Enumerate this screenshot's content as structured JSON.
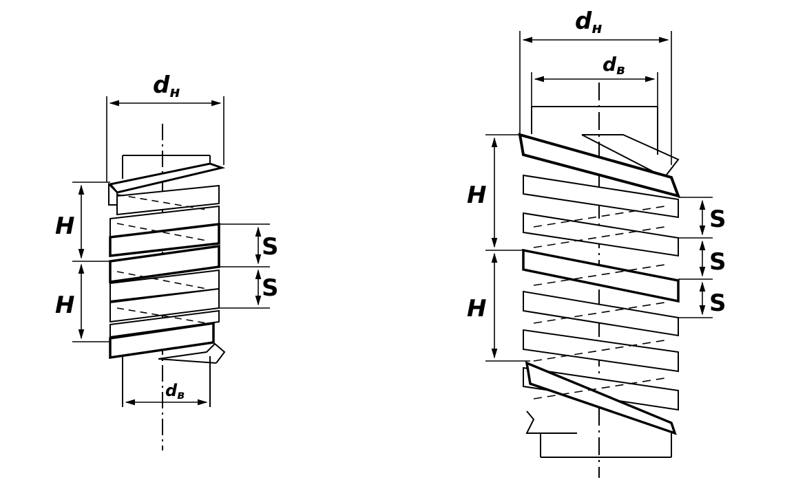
{
  "figure_left": {
    "dim_outer": {
      "main": "d",
      "sub": "н"
    },
    "dim_inner": {
      "main": "d",
      "sub": "в"
    },
    "pitch_labels": [
      "H",
      "H"
    ],
    "step_labels": [
      "S",
      "S"
    ]
  },
  "figure_right": {
    "dim_outer": {
      "main": "d",
      "sub": "н"
    },
    "dim_inner": {
      "main": "d",
      "sub": "в"
    },
    "pitch_labels": [
      "H",
      "H"
    ],
    "step_labels": [
      "S",
      "S",
      "S"
    ]
  },
  "colors": {
    "ink": "#000000",
    "paper": "#ffffff"
  }
}
